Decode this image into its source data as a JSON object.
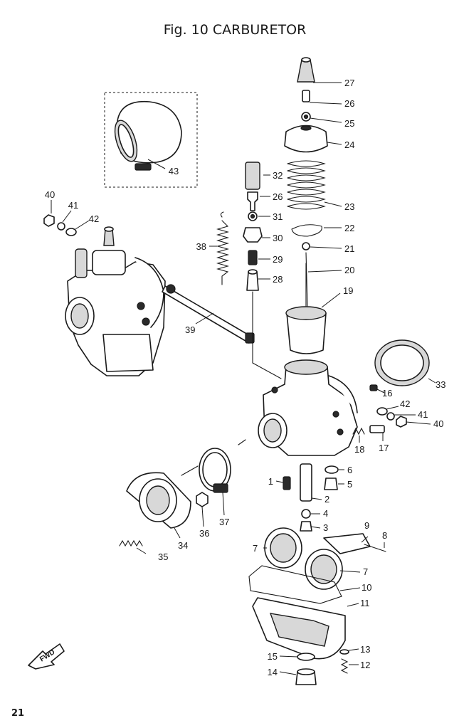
{
  "title": "Fig. 10 CARBURETOR",
  "page_number": "21",
  "direction_marker": "FWD",
  "callouts": [
    "1",
    "2",
    "3",
    "4",
    "5",
    "6",
    "7",
    "7",
    "8",
    "9",
    "10",
    "11",
    "12",
    "13",
    "14",
    "15",
    "16",
    "17",
    "18",
    "19",
    "20",
    "21",
    "22",
    "23",
    "24",
    "25",
    "26",
    "26",
    "27",
    "28",
    "29",
    "30",
    "31",
    "32",
    "33",
    "34",
    "35",
    "36",
    "37",
    "38",
    "39",
    "40",
    "40",
    "41",
    "41",
    "42",
    "42",
    "43"
  ]
}
